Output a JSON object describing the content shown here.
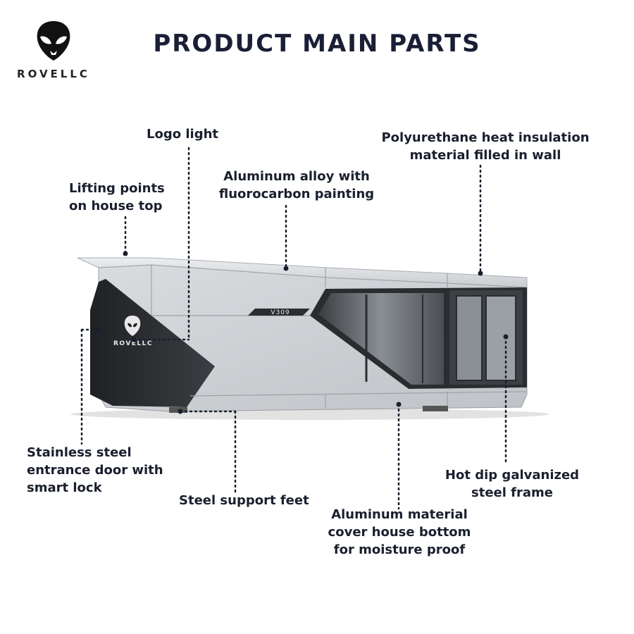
{
  "brand": {
    "name": "ROVELLC",
    "icon": "alien-head-icon"
  },
  "title": "PRODUCT MAIN PARTS",
  "model_badge": "V309",
  "house_logo_text": "ROVELLC",
  "callouts": {
    "logo_light": [
      "Logo light"
    ],
    "polyurethane": [
      "Polyurethane heat insulation",
      "material filled in wall"
    ],
    "aluminum_alloy": [
      "Aluminum alloy with",
      "fluorocarbon painting"
    ],
    "lifting_points": [
      "Lifting points",
      "on house top"
    ],
    "stainless_door": [
      "Stainless steel",
      "entrance door with",
      "smart lock"
    ],
    "support_feet": [
      "Steel support feet"
    ],
    "bottom_cover": [
      "Aluminum material",
      "cover house bottom",
      "for moisture proof"
    ],
    "steel_frame": [
      "Hot dip galvanized",
      "steel frame"
    ]
  }
}
